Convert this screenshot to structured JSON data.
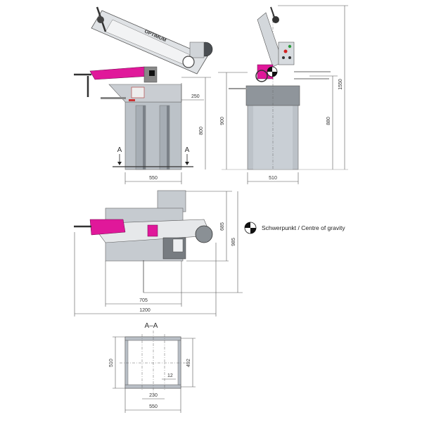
{
  "drawing": {
    "brand_label": "OPTIMUM",
    "legend": {
      "icon": "centre-of-gravity-icon",
      "label": "Schwerpunkt / Centre of gravity"
    },
    "section_marker": "A",
    "section_title": "A–A",
    "colors": {
      "machine_grey": "#c8ccd0",
      "base_grey": "#b9bfc6",
      "accent_magenta": "#e0189a",
      "motor_dark": "#3a3d40",
      "dim_line": "#555555"
    }
  },
  "front_view": {
    "dims": {
      "overhang": "250",
      "table_height": "800",
      "base_width": "550"
    },
    "section_left": "A",
    "section_right": "A"
  },
  "side_view": {
    "dims": {
      "vise_height": "900",
      "table_height": "880",
      "total_height": "1550",
      "base_width": "510"
    }
  },
  "top_view": {
    "dims": {
      "depth_685": "685",
      "depth_985": "985",
      "base_length": "705",
      "total_length": "1200"
    }
  },
  "section_view": {
    "title": "A–A",
    "dims": {
      "outer_depth": "510",
      "inner_depth": "492",
      "hole_spacing": "230",
      "hole_dia": "12",
      "width": "550"
    }
  }
}
